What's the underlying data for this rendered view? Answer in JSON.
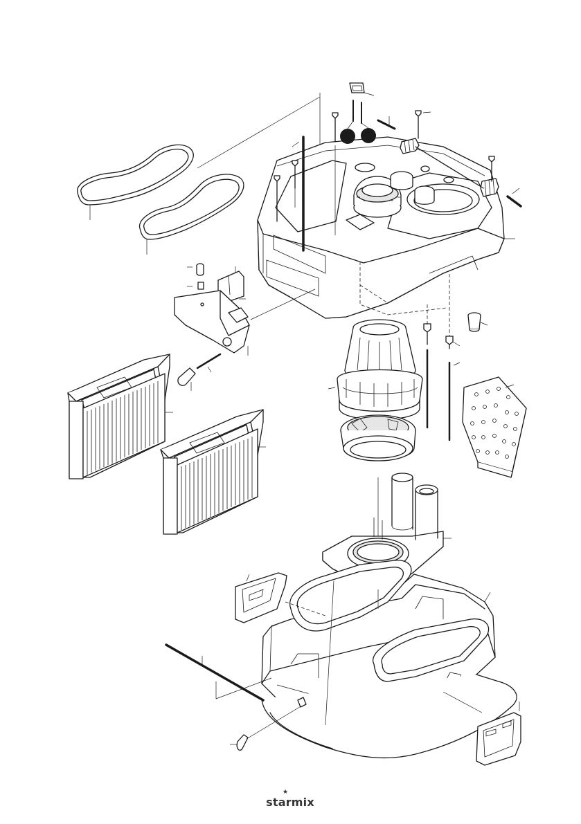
{
  "brand": {
    "name": "starmix",
    "star": "★"
  },
  "parts": [
    "gasket-seal-large",
    "gasket-seal-small",
    "motor-head-housing",
    "handle-cover-insert",
    "cable-guide",
    "filter-holder-bracket",
    "filter-cartridge-1",
    "filter-cartridge-2",
    "motor-fan-unit",
    "motor-mount-ring",
    "sound-insulation-pad",
    "motor-seat-plate",
    "inner-frame",
    "side-latch-left",
    "side-latch-right",
    "push-rod",
    "spring-clip",
    "screws",
    "axle-rods"
  ]
}
